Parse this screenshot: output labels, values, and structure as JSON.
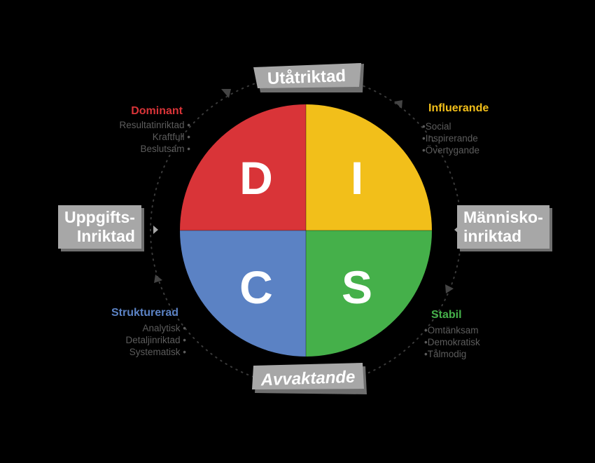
{
  "quadrants": [
    {
      "letter": "D",
      "color": "#d93438"
    },
    {
      "letter": "I",
      "color": "#f2bf1a"
    },
    {
      "letter": "C",
      "color": "#5b82c4"
    },
    {
      "letter": "S",
      "color": "#45b04a"
    }
  ],
  "top_banner": "Utåtriktad",
  "bottom_banner": "Avvaktande",
  "left_box": {
    "line1": "Uppgifts-",
    "line2": "Inriktad"
  },
  "right_box": {
    "line1": "Människo-",
    "line2": "inriktad"
  },
  "dominant": {
    "title": "Dominant",
    "color": "#d93438",
    "traits": [
      "Resultatinriktad",
      "Kraftfull",
      "Beslutsam"
    ]
  },
  "influerande": {
    "title": "Influerande",
    "color": "#f2bf1a",
    "traits": [
      "Social",
      "Inspirerande",
      "Övertygande"
    ]
  },
  "strukturerad": {
    "title": "Strukturerad",
    "color": "#5b82c4",
    "traits": [
      "Analytisk",
      "Detaljinriktad",
      "Systematisk"
    ]
  },
  "stabil": {
    "title": "Stabil",
    "color": "#45b04a",
    "traits": [
      "Omtänksam",
      "Demokratisk",
      "Tålmodig"
    ]
  }
}
